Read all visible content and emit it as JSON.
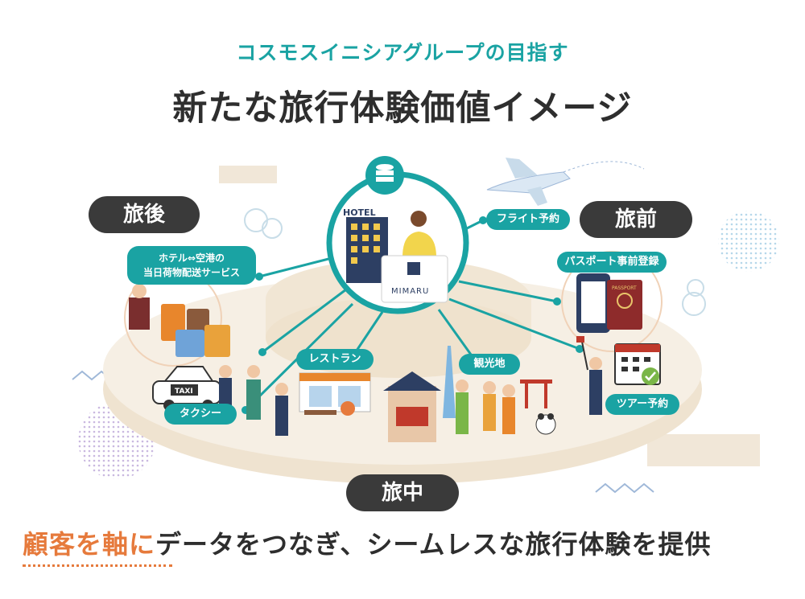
{
  "header": {
    "subtitle": "コスモスイニシアグループの目指す",
    "title": "新たな旅行体験価値イメージ"
  },
  "phases": {
    "after": "旅後",
    "before": "旅前",
    "during": "旅中"
  },
  "services": {
    "delivery": [
      "ホテル⇔空港の",
      "当日荷物配送サービス"
    ],
    "flight": "フライト予約",
    "passport": "パスポート事前登録",
    "restaurant": "レストラン",
    "sightseeing": "観光地",
    "taxi": "タクシー",
    "tour": "ツアー予約"
  },
  "hub": {
    "hotel_sign": "HOTEL",
    "brand": "MIMARU",
    "passport_label": "PASSPORT",
    "taxi_label": "TAXI"
  },
  "footer": {
    "highlight": "顧客を軸に",
    "rest": "データをつなぎ、シームレスな旅行体験を提供"
  },
  "colors": {
    "teal": "#1aa3a3",
    "dark": "#3a3a3a",
    "orange": "#e67a3c",
    "platform": "#f3ebde"
  }
}
